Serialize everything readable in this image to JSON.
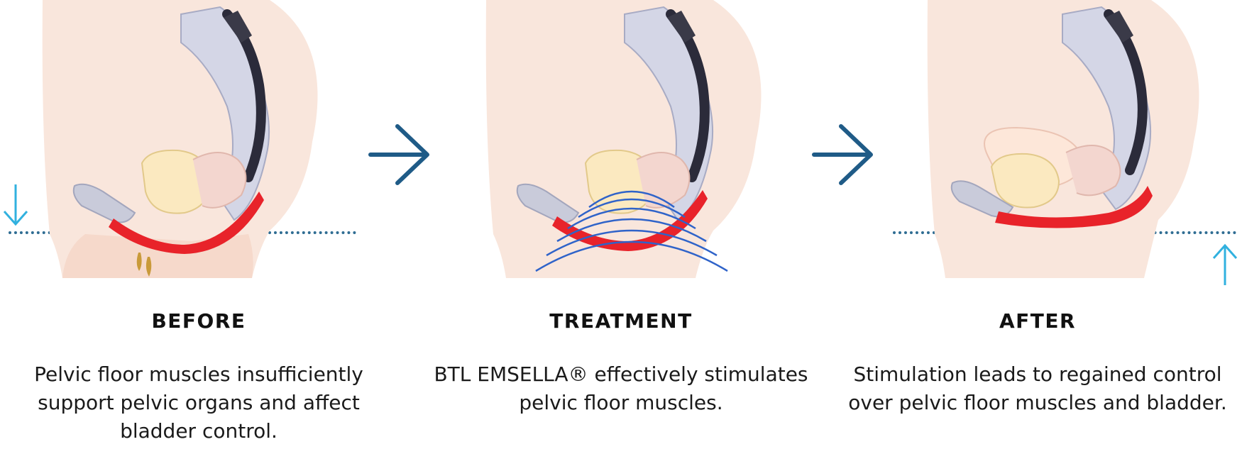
{
  "panels": [
    {
      "title": "BEFORE",
      "description": "Pelvic floor muscles insufficiently support pelvic organs and affect bladder control."
    },
    {
      "title": "TREATMENT",
      "description": "BTL EMSELLA® effectively stimulates pelvic floor muscles."
    },
    {
      "title": "AFTER",
      "description": "Stimulation leads to regained control over pelvic floor muscles and bladder."
    }
  ],
  "icons": {
    "step_arrow": "arrow-right-icon",
    "down_arrow": "arrow-down-icon",
    "up_arrow": "arrow-up-icon"
  },
  "colors": {
    "skin": "#f9e6dc",
    "bone": "#d4d6e6",
    "muscle": "#e8232a",
    "arrow": "#1f5b87",
    "waves": "#2f63c9",
    "indicator": "#31b1df"
  }
}
